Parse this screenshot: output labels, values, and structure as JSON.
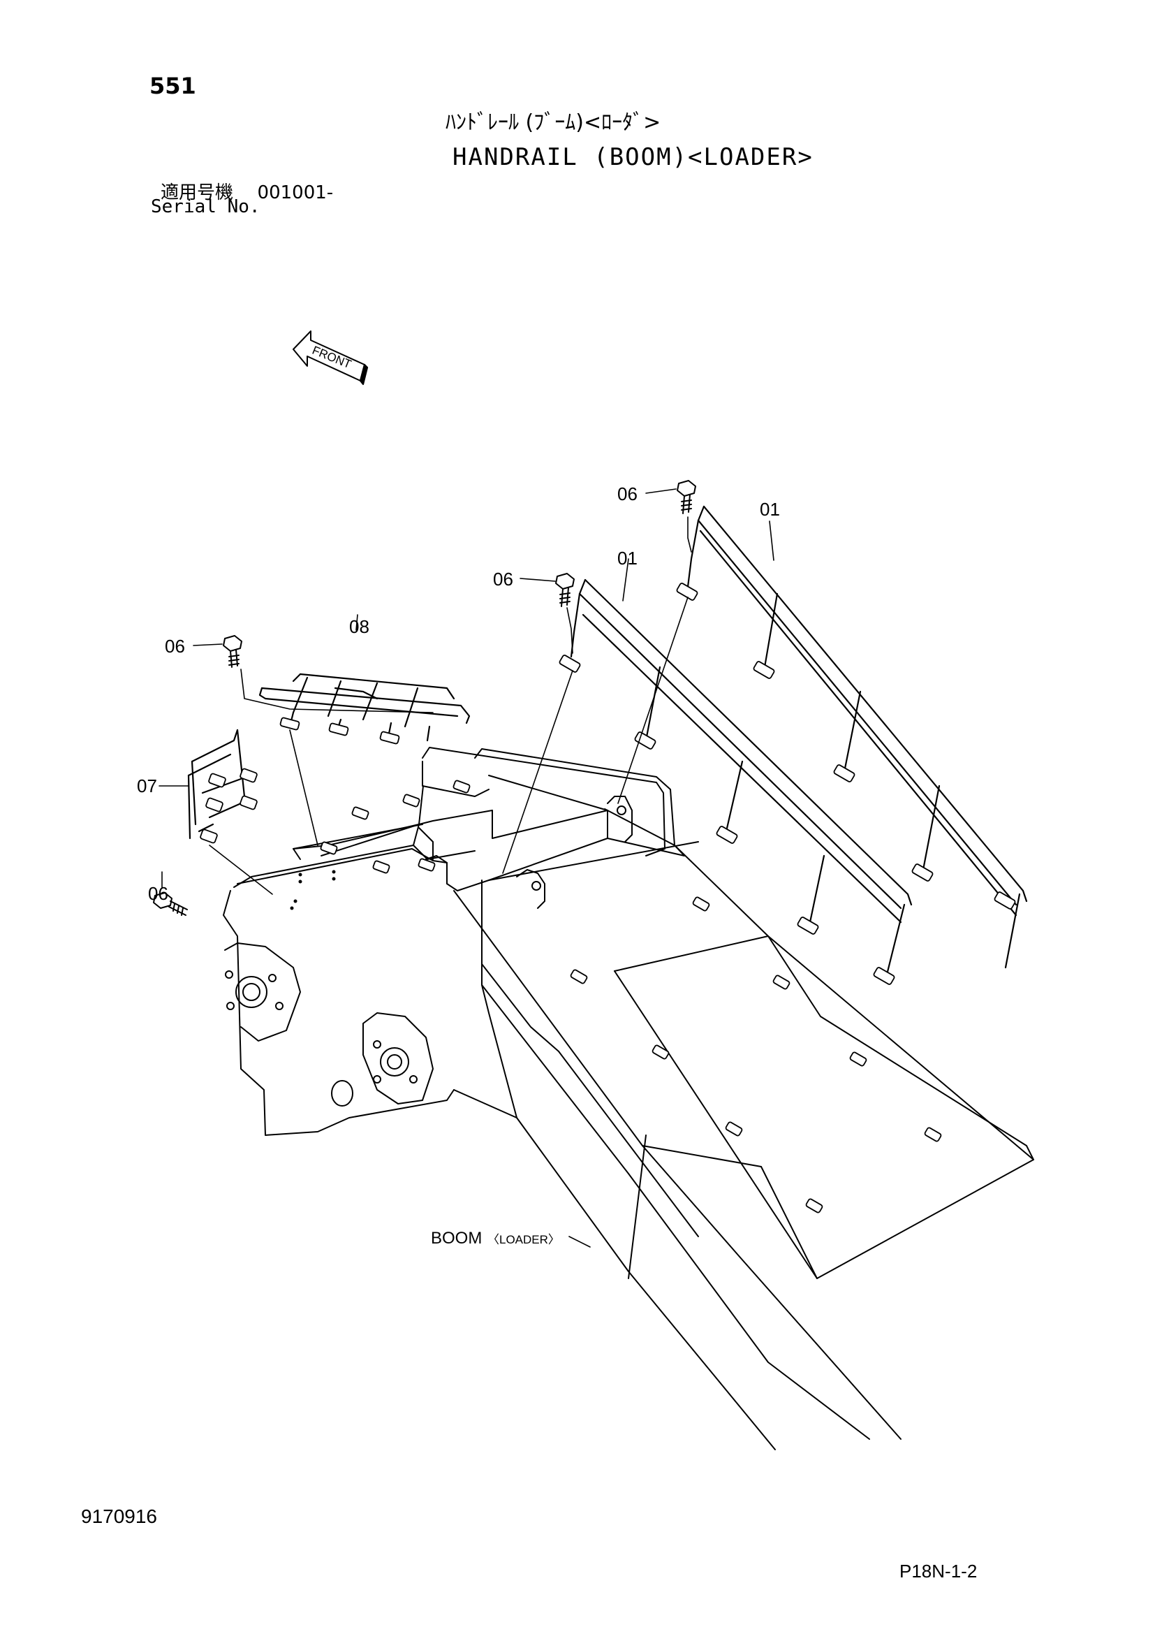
{
  "header": {
    "page_number": "551",
    "title_jp": "ﾊﾝﾄﾞﾚｰﾙ (ﾌﾞｰﾑ)<ﾛｰﾀﾞ>",
    "title_en": "HANDRAIL (BOOM)<LOADER>",
    "serial_label_jp": "適用号機",
    "serial_value": "001001-",
    "serial_label_en": "Serial No."
  },
  "diagram": {
    "front_label": "FRONT",
    "parts": {
      "p01a": "01",
      "p01b": "01",
      "p06a": "06",
      "p06b": "06",
      "p06c": "06",
      "p06d": "06",
      "p07": "07",
      "p08": "08"
    },
    "boom_label": "BOOM",
    "boom_sub": "〈LOADER〉"
  },
  "footer": {
    "doc_code": "9170916",
    "sheet_code": "P18N-1-2"
  }
}
